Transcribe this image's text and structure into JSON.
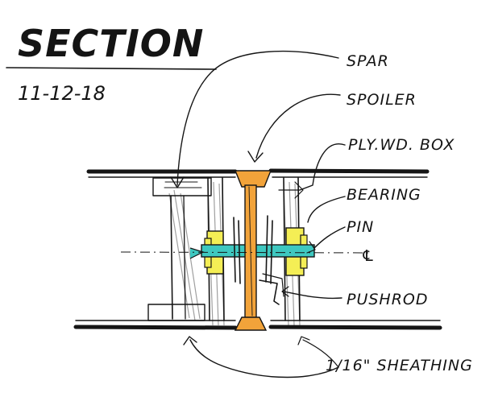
{
  "title": "SECTION",
  "date": "11-12-18",
  "labels": {
    "spar": "SPAR",
    "spoiler": "SPOILER",
    "plywd_box": "PLY.WD. BOX",
    "bearing": "BEARING",
    "pin": "PIN",
    "centerline": "℄",
    "pushrod": "PUSHROD",
    "sheathing": "1/16\" SHEATHING"
  },
  "colors": {
    "ink": "#151515",
    "spoiler_orange": "#f2a33a",
    "bearing_yellow": "#f4ee55",
    "pin_teal": "#3ec8c0",
    "shadow_grey": "#9a9a9a"
  }
}
